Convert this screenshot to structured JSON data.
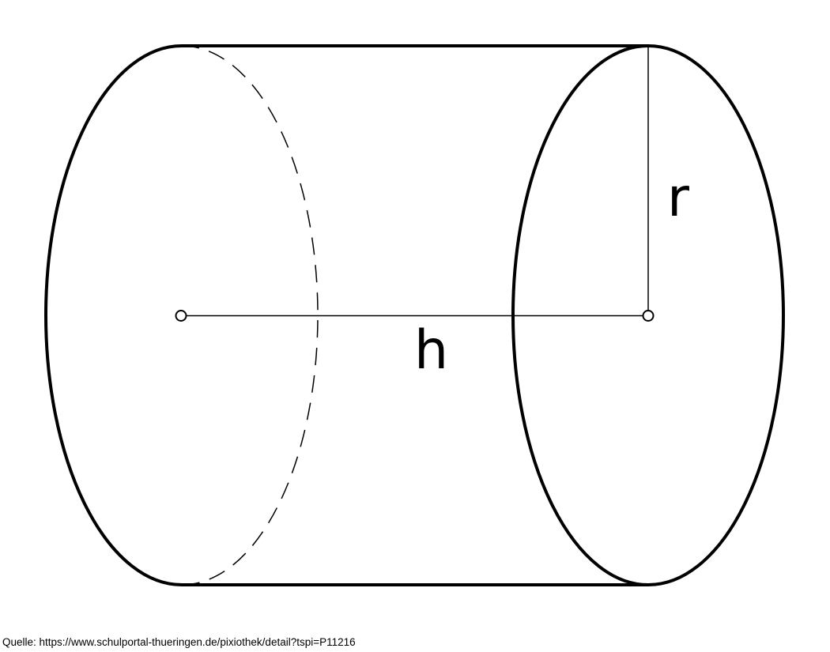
{
  "diagram": {
    "radius_label": "r",
    "height_label": "h",
    "stroke_color": "#000000",
    "background_color": "#ffffff"
  },
  "source": {
    "text": "Quelle: https://www.schulportal-thueringen.de/pixiothek/detail?tspi=P11216"
  }
}
